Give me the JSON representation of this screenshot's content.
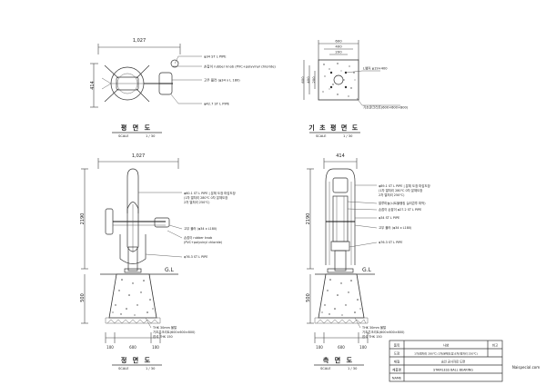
{
  "drawing": {
    "plan": {
      "title": "평 면 도",
      "scale_label": "SCALE",
      "scale_value": "1 / 30",
      "width_dim": "1,027",
      "height_dim": "414",
      "notes": [
        "φ34 ST L PIPE",
        "손잡이 rubber knob (PVC+polyvinyl chloride)",
        "고무 볼러 (φ34 x L 180)",
        "φ42.7 ST L PIPE"
      ]
    },
    "foundation_plan": {
      "title": "기 초 평 면 도",
      "scale_label": "SCALE",
      "scale_value": "1 / 30",
      "dims_top": [
        "600",
        "400",
        "200"
      ],
      "dims_side": [
        "600",
        "400",
        "200"
      ],
      "notes": [
        "L앵커 φ19×400",
        "기초콘크리트(600×600×800)"
      ]
    },
    "front_elevation": {
      "title": "정 면 도",
      "scale_label": "SCALE",
      "scale_value": "1 / 30",
      "width_dim": "1,027",
      "height_dim": "2190",
      "base_dim": "500",
      "bottom_dims": [
        "100",
        "600",
        "100"
      ],
      "gl_label": "G.L",
      "notes": [
        "φ60.1 ST L PIPE | 분체 도장 마감도장",
        "(1차 열처리 280℃ 0차 분체도장",
        "2차 열처리 250℃)",
        "고무 볼러 (φ34 x L180)",
        "손잡이 rubber knob",
        "(PVC+polyvinyl chloride)",
        "φ76.3 ST L PIPE",
        "THK 30mm 몰탈",
        "기초콘크리트(600×600×800)",
        "잡석 THK 150"
      ]
    },
    "side_elevation": {
      "title": "측 면 도",
      "scale_label": "SCALE",
      "scale_value": "1 / 30",
      "width_dim": "414",
      "height_dim": "2190",
      "base_dim": "500",
      "bottom_dims": [
        "100",
        "600",
        "100"
      ],
      "gl_label": "G.L",
      "notes": [
        "φ89.1 ST L PIPE | 분체 도장 마감도장",
        "(1차 열처리 280℃ 0차 분체도장",
        "2차 열처리 250℃)",
        "알루미늄(시트블랭킹 실리콘투 피막)",
        "손잡이 손잡이 φ27.2 ST L PIPE",
        "φ34 ST L PIPE",
        "고무 볼러 (φ34 x L180)",
        "φ76.3 ST L PIPE",
        "THK 30mm 몰탈",
        "기초콘크리트(600×600×800)",
        "잡석 THK 150"
      ]
    },
    "title_block": {
      "row1_label": "품목",
      "row1_value": "사양",
      "row1_extra": "비고",
      "row2_label": "도장",
      "row2_value": "1차(열처리 280℃) 2차(분체도장)3차(열처리 250℃)",
      "row3_label": "재질",
      "row3_value": "승인 공사자료 도면",
      "row4_label": "제품명",
      "row4_value": "STAIRLESS BALL BEARING",
      "row5_label": "NAME",
      "row5_value": ""
    },
    "watermark": "Naispecial.com"
  }
}
